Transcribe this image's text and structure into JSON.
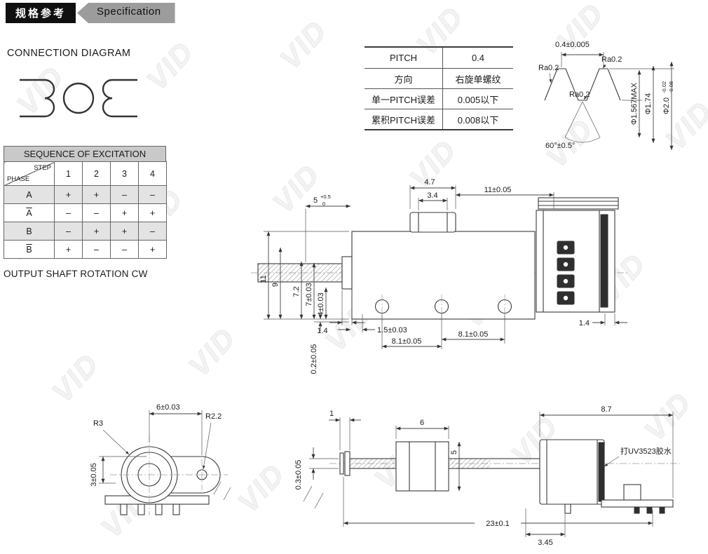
{
  "watermark": "VID",
  "header": {
    "title_cn": "规格参考",
    "title_en": "Specification"
  },
  "connection": {
    "title": "CONNECTION DIAGRAM"
  },
  "excitation": {
    "title": "SEQUENCE OF EXCITATION",
    "corner_top": "STEP",
    "corner_bottom": "PHASE",
    "steps": [
      "1",
      "2",
      "3",
      "4"
    ],
    "rows": [
      {
        "label": "A",
        "bar": false,
        "values": [
          "+",
          "+",
          "–",
          "–"
        ]
      },
      {
        "label": "A",
        "bar": true,
        "values": [
          "–",
          "–",
          "+",
          "+"
        ]
      },
      {
        "label": "B",
        "bar": false,
        "values": [
          "–",
          "+",
          "+",
          "–"
        ]
      },
      {
        "label": "B",
        "bar": true,
        "values": [
          "+",
          "–",
          "–",
          "+"
        ]
      }
    ],
    "footer": "OUTPUT SHAFT ROTATION CW"
  },
  "pitch_table": {
    "rows": [
      {
        "label": "PITCH",
        "value": "0.4"
      },
      {
        "label": "方向",
        "value": "右旋单螺纹"
      },
      {
        "label": "单一PITCH误差",
        "value": "0.005以下"
      },
      {
        "label": "累积PITCH误差",
        "value": "0.008以下"
      }
    ]
  },
  "thread": {
    "pitch_dim": "0.4±0.005",
    "ra_top_left": "Ra0.2",
    "ra_top_right": "Ra0.2",
    "ra_mid": "Ra0.2",
    "angle": "60°±0.5°",
    "minor_dia": "Φ1.567MAX",
    "pitch_dia": "Φ1.74",
    "major_dia": "Φ2.0",
    "major_tol_up": "-0.02",
    "major_tol_low": "-0.08"
  },
  "main_view": {
    "d5": "5",
    "d5_up": "+0.5",
    "d5_low": "0",
    "d47": "4.7",
    "d34": "3.4",
    "d11t": "11±0.05",
    "d11": "11",
    "d9": "9",
    "d72": "7.2",
    "d7": "7±0.03",
    "d4": "4±0.03",
    "d15": "1.5±0.03",
    "d81a": "8.1±0.05",
    "d81b": "8.1±0.05",
    "d14l": "1.4",
    "d14r": "1.4",
    "d02": "0.2±0.05"
  },
  "front_view": {
    "d6": "6±0.03",
    "r3": "R3",
    "r22": "R2.2",
    "d3": "3±0.05"
  },
  "side_view": {
    "d1": "1",
    "d6": "6",
    "d5": "5",
    "d87": "8.7",
    "d23": "23±0.1",
    "d345": "3.45",
    "d03": "0.3±0.05",
    "glue_note": "打UV3523胶水"
  }
}
